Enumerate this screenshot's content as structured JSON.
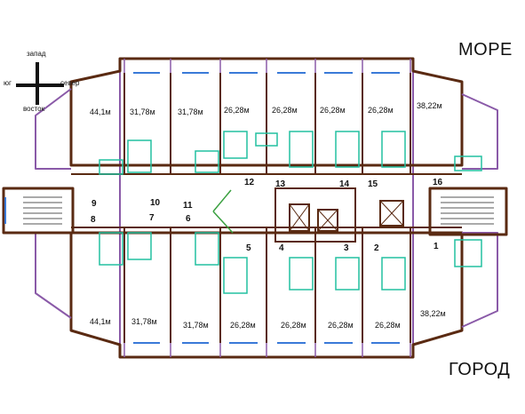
{
  "labels": {
    "sea": "МОРЕ",
    "city": "ГОРОД"
  },
  "compass": {
    "west": "запад",
    "south": "юг",
    "north": "север",
    "east": "восток"
  },
  "areas_top": [
    "44,1м",
    "31,78м",
    "31,78м",
    "26,28м",
    "26,28м",
    "26,28м",
    "26,28м",
    "38,22м"
  ],
  "areas_bottom": [
    "44,1м",
    "31,78м",
    "31,78м",
    "26,28м",
    "26,28м",
    "26,28м",
    "26,28м",
    "38,22м"
  ],
  "unit_numbers": [
    "1",
    "2",
    "3",
    "4",
    "5",
    "6",
    "7",
    "8",
    "9",
    "10",
    "11",
    "12",
    "13",
    "14",
    "15",
    "16"
  ],
  "colors": {
    "wall": "#5a2a12",
    "facade": "#8a5aa8",
    "fixture": "#22c0a0",
    "window": "#3a7ad8"
  }
}
